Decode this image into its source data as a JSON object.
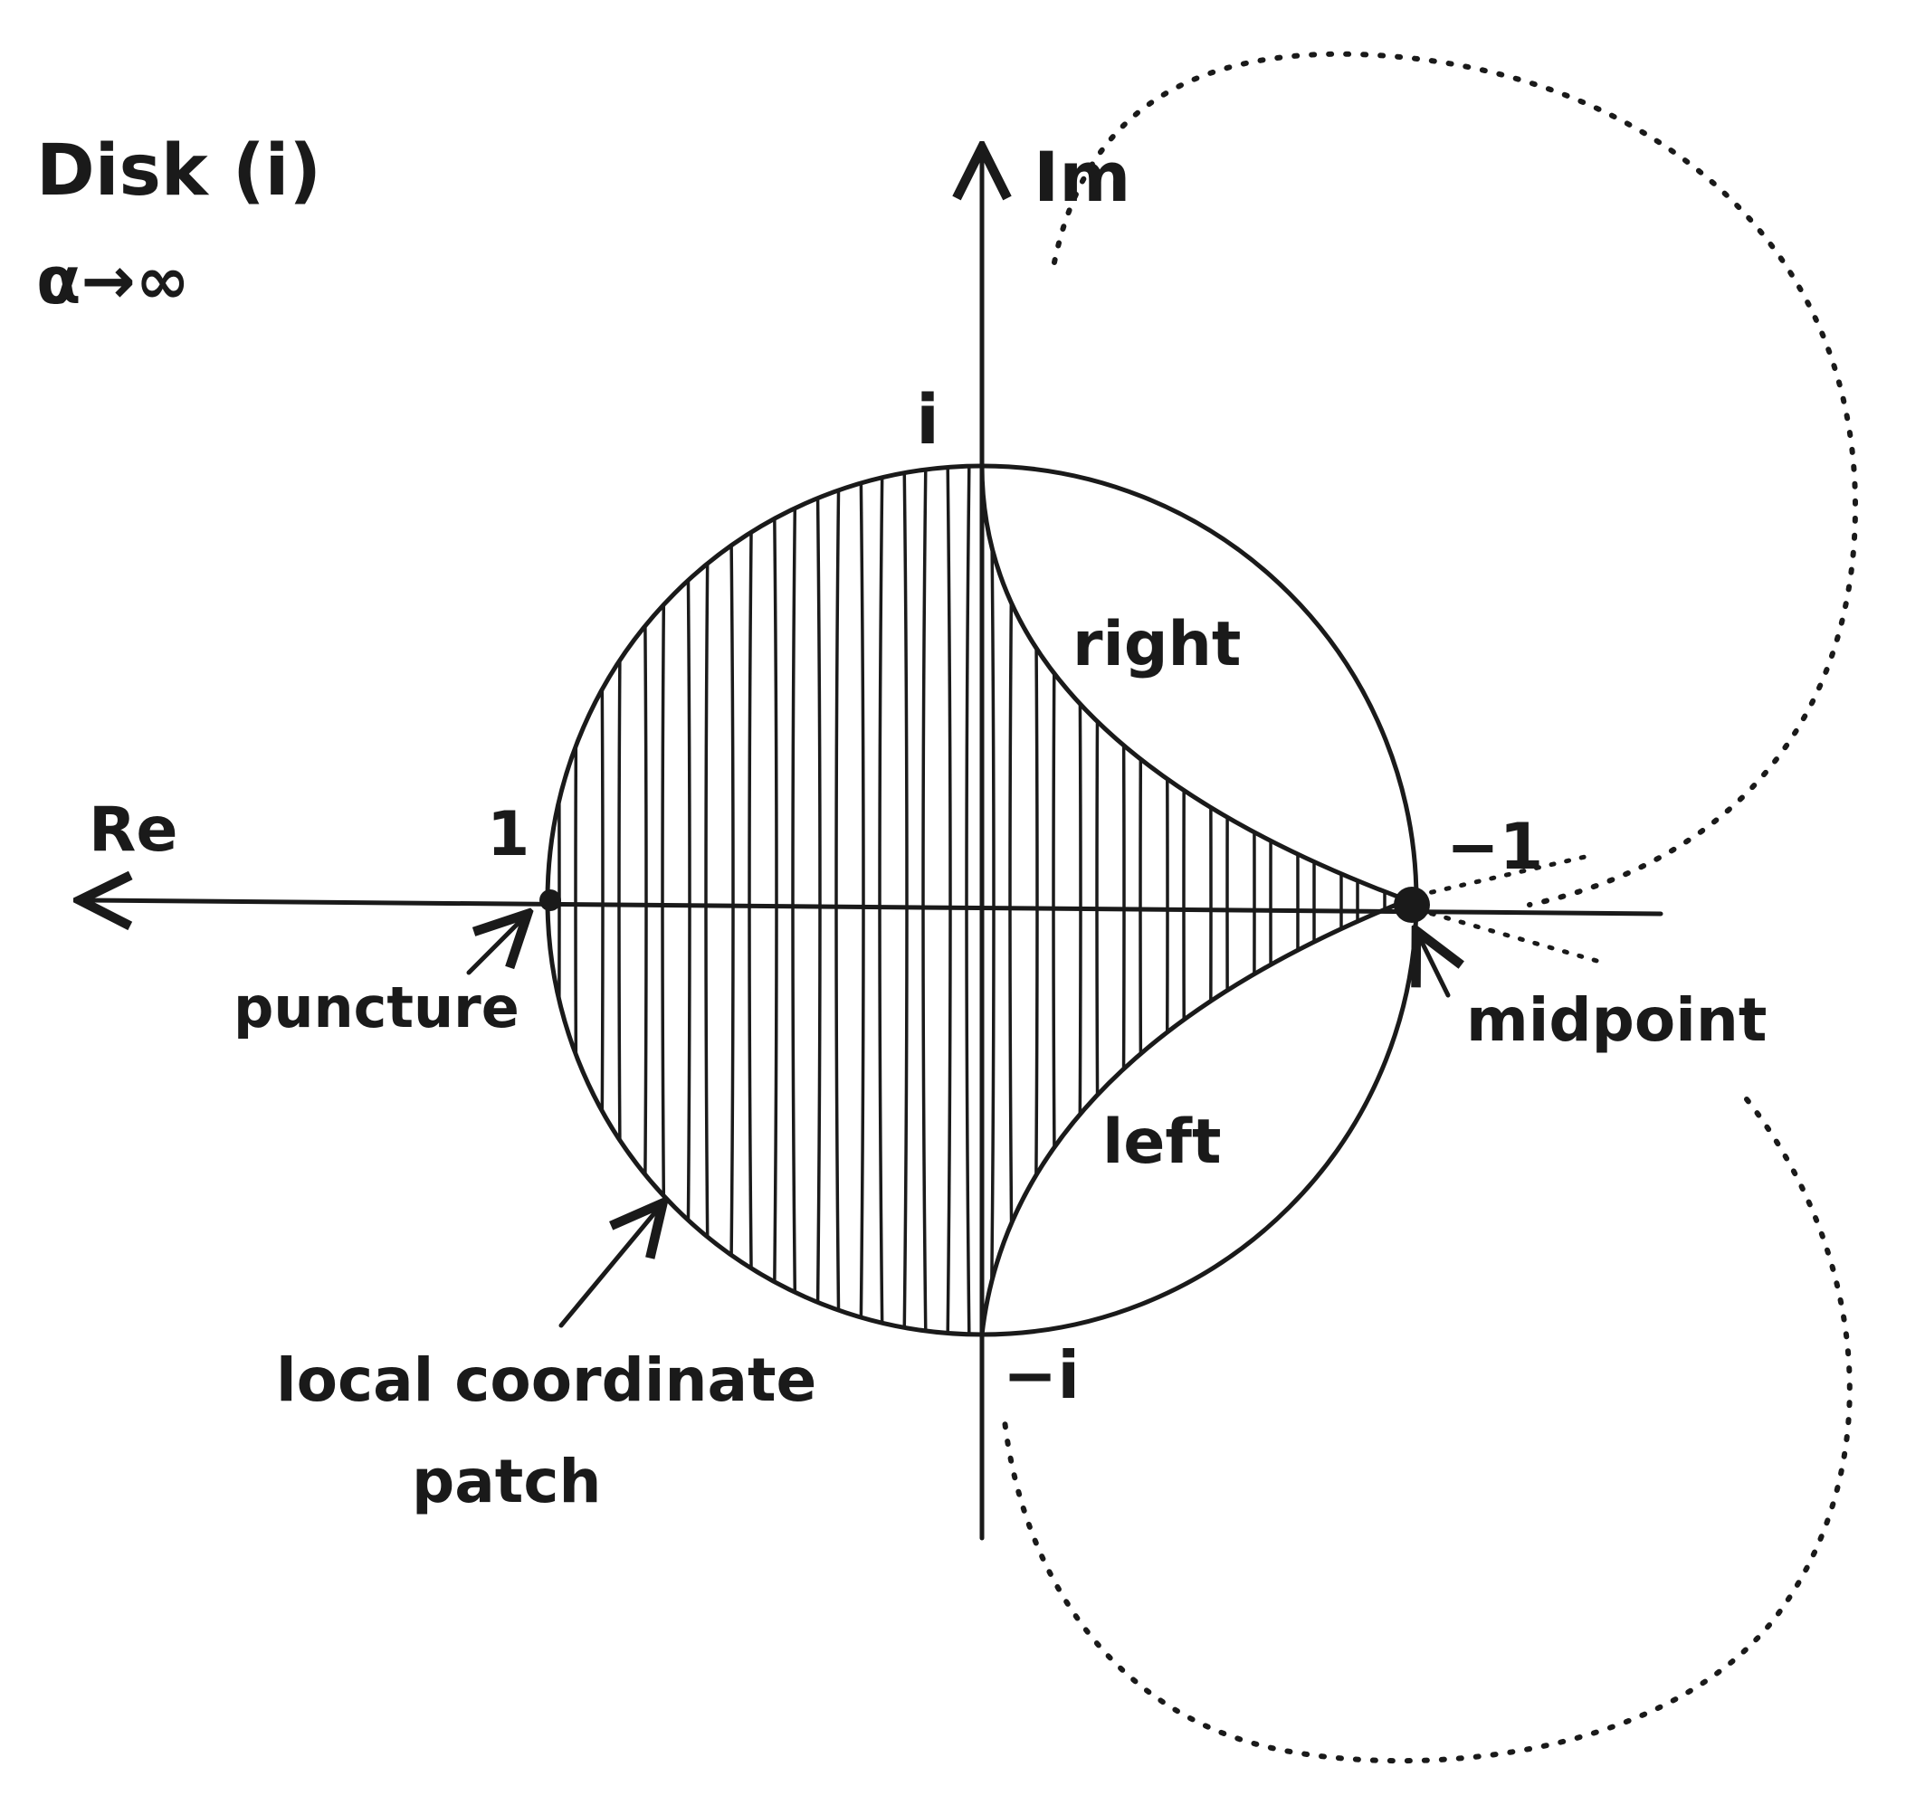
{
  "title": {
    "line1": "Disk (i)",
    "line2": "α→∞"
  },
  "axes": {
    "imaginary_label": "Im",
    "real_label": "Re"
  },
  "points": {
    "i": "i",
    "one": "1",
    "minus_one": "−1",
    "minus_i": "−i"
  },
  "regions": {
    "right": "right",
    "left": "left"
  },
  "annotations": {
    "puncture": "puncture",
    "midpoint": "midpoint",
    "local_patch_line1": "local coordinate",
    "local_patch_line2": "patch"
  },
  "colors": {
    "ink": "#1a1a1a",
    "background": "#ffffff"
  }
}
